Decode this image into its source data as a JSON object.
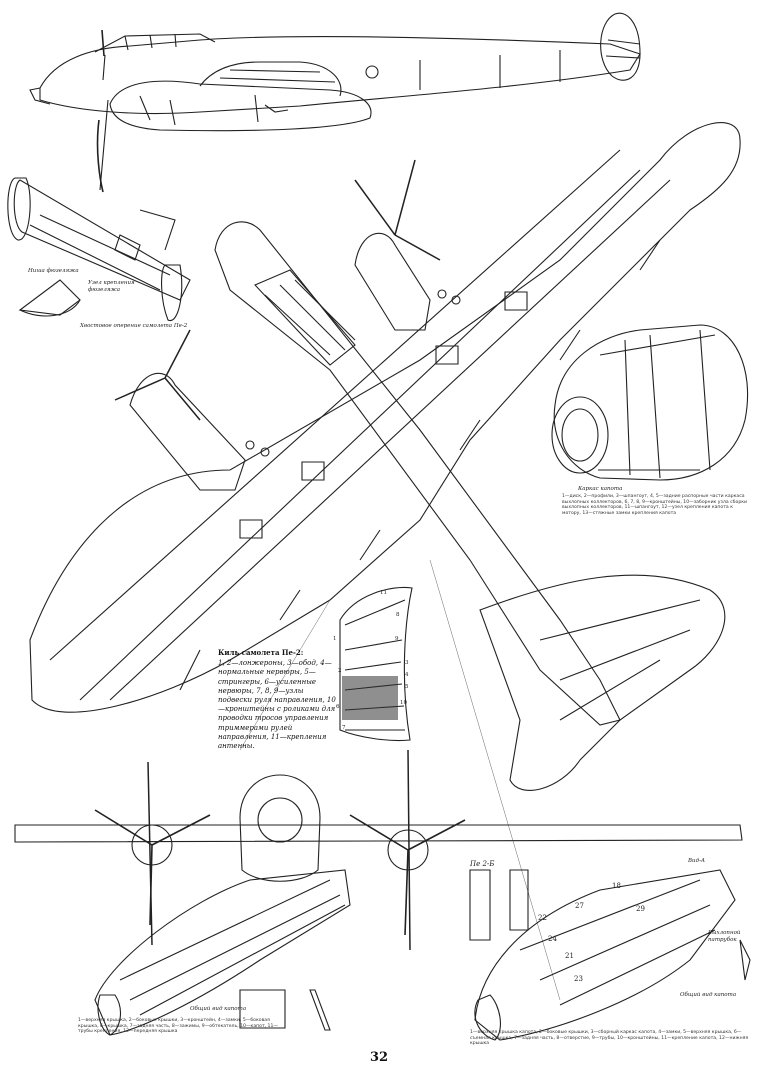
{
  "page": {
    "number": "32"
  },
  "labels": {
    "tail_wheel_label": "Узел крепления",
    "tail_wheel_sub": "фюзеляжа",
    "niche_label": "Ниша фюзеляжа",
    "bottom_left_caption": "Хвостовое оперение самолета Пе-2",
    "head_caption": "Каркас капота",
    "fin_title": "Киль самолета Пе-2:",
    "fin_body": "1, 2—лонжероны, 3—обод, 4—нормальные нервюры, 5—стрингеры, 6—усиленные нервюры, 7, 8, 9—узлы подвески руля направления, 10—кронштейны с роликами для проводки тросов управления триммерами рулей направления, 11—крепления антенны.",
    "engine_left_caption": "Общий вид капота",
    "engine_right_caption": "Общий вид капота",
    "engine_right_tag": "Пе 2-Б",
    "cowling_right_mark": "Вид-А",
    "exhaust_label": "Выхлопной патрубок"
  },
  "captions": {
    "head_para": "1—диск, 2—профили, 3—шпангоут, 4, 5—задние распорные части каркаса выхлопных коллекторов, 6, 7, 8, 9—кронштейны, 10—заборник узла сборки выхлопных коллекторов, 11—шпангоут, 12—узел крепления капота к мотору, 13—стяжные замки крепления капота",
    "left_para": "1—верхняя крышка, 2—боковые крышки, 3—кронштейн, 4—замки, 5—боковая крышка, 6—крышка, 7—задняя часть, 8—зажимы, 9—обтекатель, 10—капот, 11—трубы крепления, 12—передняя крышка",
    "right_para": "1—верхняя крышка капота, 2—боковые крышки, 3—сборный каркас капота, 4—замки, 5—верхняя крышка, 6—съемная крышка, 7—задняя часть, 8—отверстие, 9—трубы, 10—кронштейны, 11—крепление капота, 12—нижняя крышка"
  },
  "callouts": {
    "fin_numbers": [
      "1",
      "2",
      "3",
      "4",
      "5",
      "6",
      "7",
      "8",
      "9",
      "10",
      "11"
    ],
    "right_cowl_numbers": [
      "22",
      "24",
      "21",
      "27",
      "23",
      "18",
      "29"
    ]
  }
}
